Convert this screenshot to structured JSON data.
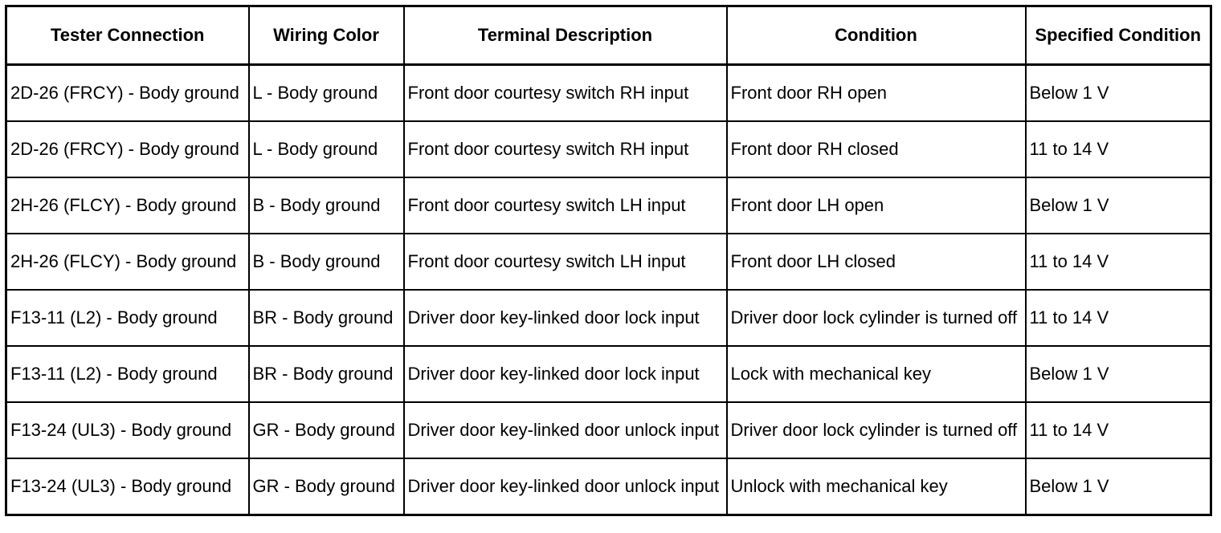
{
  "table": {
    "headers": [
      "Tester Connection",
      "Wiring Color",
      "Terminal Description",
      "Condition",
      "Specified Condition"
    ],
    "rows": [
      [
        "2D-26 (FRCY) - Body ground",
        "L - Body ground",
        "Front door courtesy switch RH input",
        "Front door RH open",
        "Below 1 V"
      ],
      [
        "2D-26 (FRCY) - Body ground",
        "L - Body ground",
        "Front door courtesy switch RH input",
        "Front door RH closed",
        "11 to 14 V"
      ],
      [
        "2H-26 (FLCY) - Body ground",
        "B - Body ground",
        "Front door courtesy switch LH input",
        "Front door LH open",
        "Below 1 V"
      ],
      [
        "2H-26 (FLCY) - Body ground",
        "B - Body ground",
        "Front door courtesy switch LH input",
        "Front door LH closed",
        "11 to 14 V"
      ],
      [
        "F13-11 (L2) - Body ground",
        "BR - Body ground",
        "Driver door key-linked door lock input",
        "Driver door lock cylinder is turned off",
        "11 to 14 V"
      ],
      [
        "F13-11 (L2) - Body ground",
        "BR - Body ground",
        "Driver door key-linked door lock input",
        "Lock with mechanical key",
        "Below 1 V"
      ],
      [
        "F13-24 (UL3) - Body ground",
        "GR - Body ground",
        "Driver door key-linked door unlock input",
        "Driver door lock cylinder is turned off",
        "11 to 14 V"
      ],
      [
        "F13-24 (UL3) - Body ground",
        "GR - Body ground",
        "Driver door key-linked door unlock input",
        "Unlock with mechanical key",
        "Below 1 V"
      ]
    ]
  }
}
